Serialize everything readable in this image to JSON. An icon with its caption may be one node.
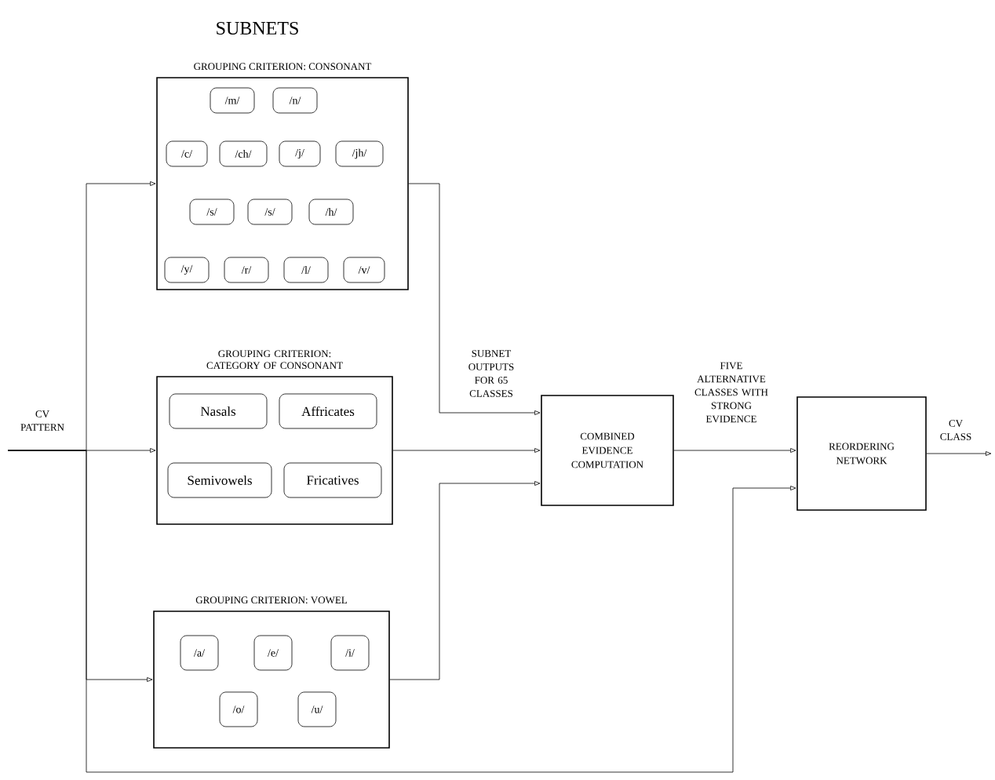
{
  "diagram": {
    "title": "SUBNETS",
    "nodes": [
      {
        "text": [
          "GROUPING CRITERION: CONSONANT"
        ]
      },
      {
        "text": [
          "/m/"
        ],
        "in": 0
      },
      {
        "text": [
          "/n/"
        ],
        "in": 0
      },
      {
        "text": [
          "/c/"
        ],
        "in": 0
      },
      {
        "text": [
          "/ch/"
        ],
        "in": 0
      },
      {
        "text": [
          "/j/"
        ],
        "in": 0
      },
      {
        "text": [
          "/jh/"
        ],
        "in": 0
      },
      {
        "text": [
          "/s/"
        ],
        "in": 0
      },
      {
        "text": [
          "/s/"
        ],
        "in": 0
      },
      {
        "text": [
          "/h/"
        ],
        "in": 0
      },
      {
        "text": [
          "/y/"
        ],
        "in": 0
      },
      {
        "text": [
          "/r/"
        ],
        "in": 0
      },
      {
        "text": [
          "/l/"
        ],
        "in": 0
      },
      {
        "text": [
          "/v/"
        ],
        "in": 0
      },
      {
        "text": [
          "GROUPING CRITERION: CATEGORY OF CONSONANT"
        ]
      },
      {
        "text": [
          "Nasals"
        ],
        "in": 14
      },
      {
        "text": [
          "Affricates"
        ],
        "in": 14
      },
      {
        "text": [
          "Semivowels"
        ],
        "in": 14
      },
      {
        "text": [
          "Fricatives"
        ],
        "in": 14
      },
      {
        "text": [
          "GROUPING CRITERION: VOWEL"
        ]
      },
      {
        "text": [
          "/a/"
        ],
        "in": 19
      },
      {
        "text": [
          "/e/"
        ],
        "in": 19
      },
      {
        "text": [
          "/i/"
        ],
        "in": 19
      },
      {
        "text": [
          "/o/"
        ],
        "in": 19
      },
      {
        "text": [
          "/u/"
        ],
        "in": 19
      },
      {
        "text": [
          "COMBINED EVIDENCE COMPUTATION"
        ]
      },
      {
        "text": [
          "REORDERING NETWORK"
        ]
      }
    ],
    "edges": [
      {
        "from": null,
        "to": 0,
        "arrow": "to"
      },
      {
        "from": null,
        "to": 14,
        "arrow": "to",
        "label": "CV PATTERN"
      },
      {
        "from": null,
        "to": 19,
        "arrow": "to"
      },
      {
        "from": null,
        "to": 26,
        "arrow": "to"
      },
      {
        "from": 0,
        "to": 25,
        "arrow": "to",
        "label": "SUBNET OUTPUTS FOR 65 CLASSES"
      },
      {
        "from": 14,
        "to": 25,
        "arrow": "to"
      },
      {
        "from": 19,
        "to": 25,
        "arrow": "to"
      },
      {
        "from": 25,
        "to": 26,
        "arrow": "to",
        "label": "FIVE ALTERNATIVE CLASSES WITH STRONG EVIDENCE"
      },
      {
        "from": 26,
        "to": null,
        "arrow": "to",
        "label": "CV CLASS"
      }
    ]
  }
}
